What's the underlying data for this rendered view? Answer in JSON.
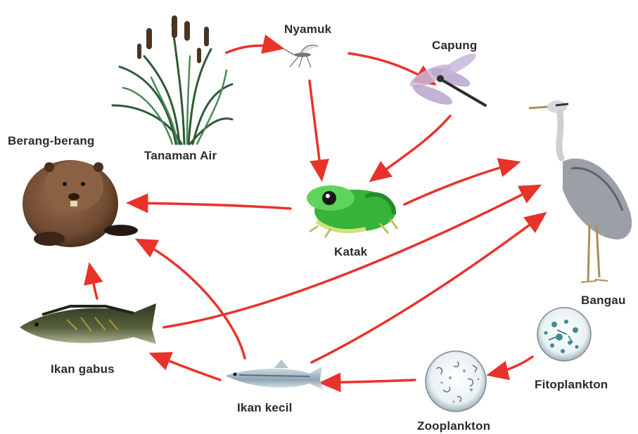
{
  "organisms": [
    {
      "id": "tanaman-air",
      "label": "Tanaman Air",
      "icon": "water-plant-icon"
    },
    {
      "id": "nyamuk",
      "label": "Nyamuk",
      "icon": "mosquito-icon"
    },
    {
      "id": "capung",
      "label": "Capung",
      "icon": "dragonfly-icon"
    },
    {
      "id": "bangau",
      "label": "Bangau",
      "icon": "heron-icon"
    },
    {
      "id": "berang-berang",
      "label": "Berang-berang",
      "icon": "beaver-icon"
    },
    {
      "id": "katak",
      "label": "Katak",
      "icon": "frog-icon"
    },
    {
      "id": "ikan-gabus",
      "label": "Ikan gabus",
      "icon": "snakehead-fish-icon"
    },
    {
      "id": "ikan-kecil",
      "label": "Ikan kecil",
      "icon": "small-fish-icon"
    },
    {
      "id": "zooplankton",
      "label": "Zooplankton",
      "icon": "zooplankton-icon"
    },
    {
      "id": "fitoplankton",
      "label": "Fitoplankton",
      "icon": "phytoplankton-icon"
    }
  ],
  "links": [
    {
      "from": "tanaman-air",
      "to": "nyamuk"
    },
    {
      "from": "nyamuk",
      "to": "capung"
    },
    {
      "from": "nyamuk",
      "to": "katak"
    },
    {
      "from": "capung",
      "to": "katak"
    },
    {
      "from": "katak",
      "to": "berang-berang"
    },
    {
      "from": "katak",
      "to": "bangau"
    },
    {
      "from": "ikan-gabus",
      "to": "berang-berang"
    },
    {
      "from": "ikan-gabus",
      "to": "bangau"
    },
    {
      "from": "ikan-kecil",
      "to": "ikan-gabus"
    },
    {
      "from": "ikan-kecil",
      "to": "berang-berang"
    },
    {
      "from": "ikan-kecil",
      "to": "bangau"
    },
    {
      "from": "zooplankton",
      "to": "ikan-kecil"
    },
    {
      "from": "fitoplankton",
      "to": "zooplankton"
    }
  ],
  "colors": {
    "arrow": "#e8332a",
    "label": "#2b2b2b",
    "background": "#ffffff"
  }
}
